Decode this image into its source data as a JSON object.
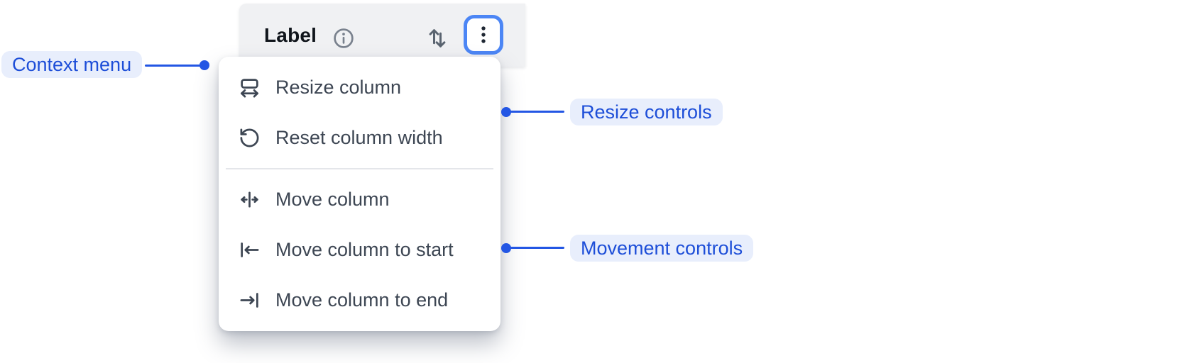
{
  "header": {
    "title": "Label",
    "icons": {
      "info": "info-icon",
      "sort": "sort-arrows-icon",
      "kebab": "kebab-menu-icon"
    }
  },
  "menu": {
    "items": [
      {
        "label": "Resize column",
        "icon": "resize-column-icon"
      },
      {
        "label": "Reset column width",
        "icon": "reset-column-width-icon"
      },
      {
        "label": "Move column",
        "icon": "move-column-icon"
      },
      {
        "label": "Move column to start",
        "icon": "move-column-to-start-icon"
      },
      {
        "label": "Move column to end",
        "icon": "move-column-to-end-icon"
      }
    ]
  },
  "annotations": {
    "context_menu": {
      "label": "Context menu"
    },
    "resize_controls": {
      "label": "Resize controls"
    },
    "movement_controls": {
      "label": "Movement controls"
    }
  },
  "colors": {
    "annotation_text": "#1d4ed8",
    "annotation_bg": "#e8eefc",
    "connector_blue": "#2356e4",
    "focus_ring_blue": "#4c86f5",
    "header_bg": "#f0f1f3",
    "menu_bg": "#ffffff",
    "menu_text": "#3d4653",
    "header_text": "#10151b"
  }
}
